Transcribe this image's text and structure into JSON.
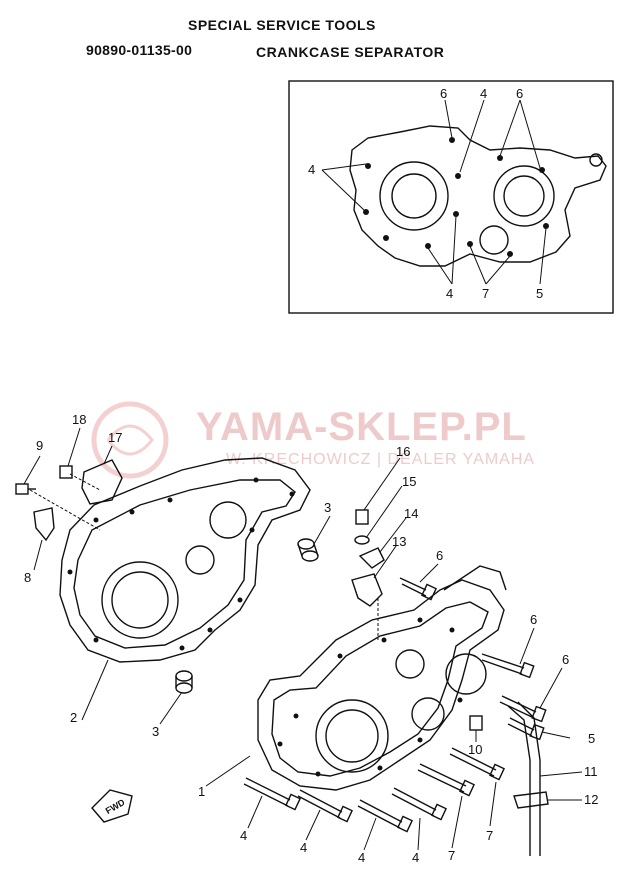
{
  "header": {
    "title": "SPECIAL SERVICE TOOLS",
    "part_number": "90890-01135-00",
    "tool_name": "CRANKCASE SEPARATOR"
  },
  "watermark": {
    "brand": "YAMA-SKLEP.PL",
    "dealer": "W. KRECHOWICZ | DEALER YAMAHA",
    "color": "#e8b4b4"
  },
  "inset": {
    "callouts": [
      "6",
      "4",
      "6",
      "4",
      "4",
      "7",
      "5"
    ]
  },
  "exploded": {
    "callouts": [
      "1",
      "2",
      "3",
      "3",
      "4",
      "4",
      "4",
      "4",
      "5",
      "6",
      "6",
      "6",
      "7",
      "7",
      "8",
      "9",
      "10",
      "11",
      "12",
      "13",
      "14",
      "15",
      "16",
      "17",
      "18"
    ],
    "fwd_label": "FWD"
  }
}
